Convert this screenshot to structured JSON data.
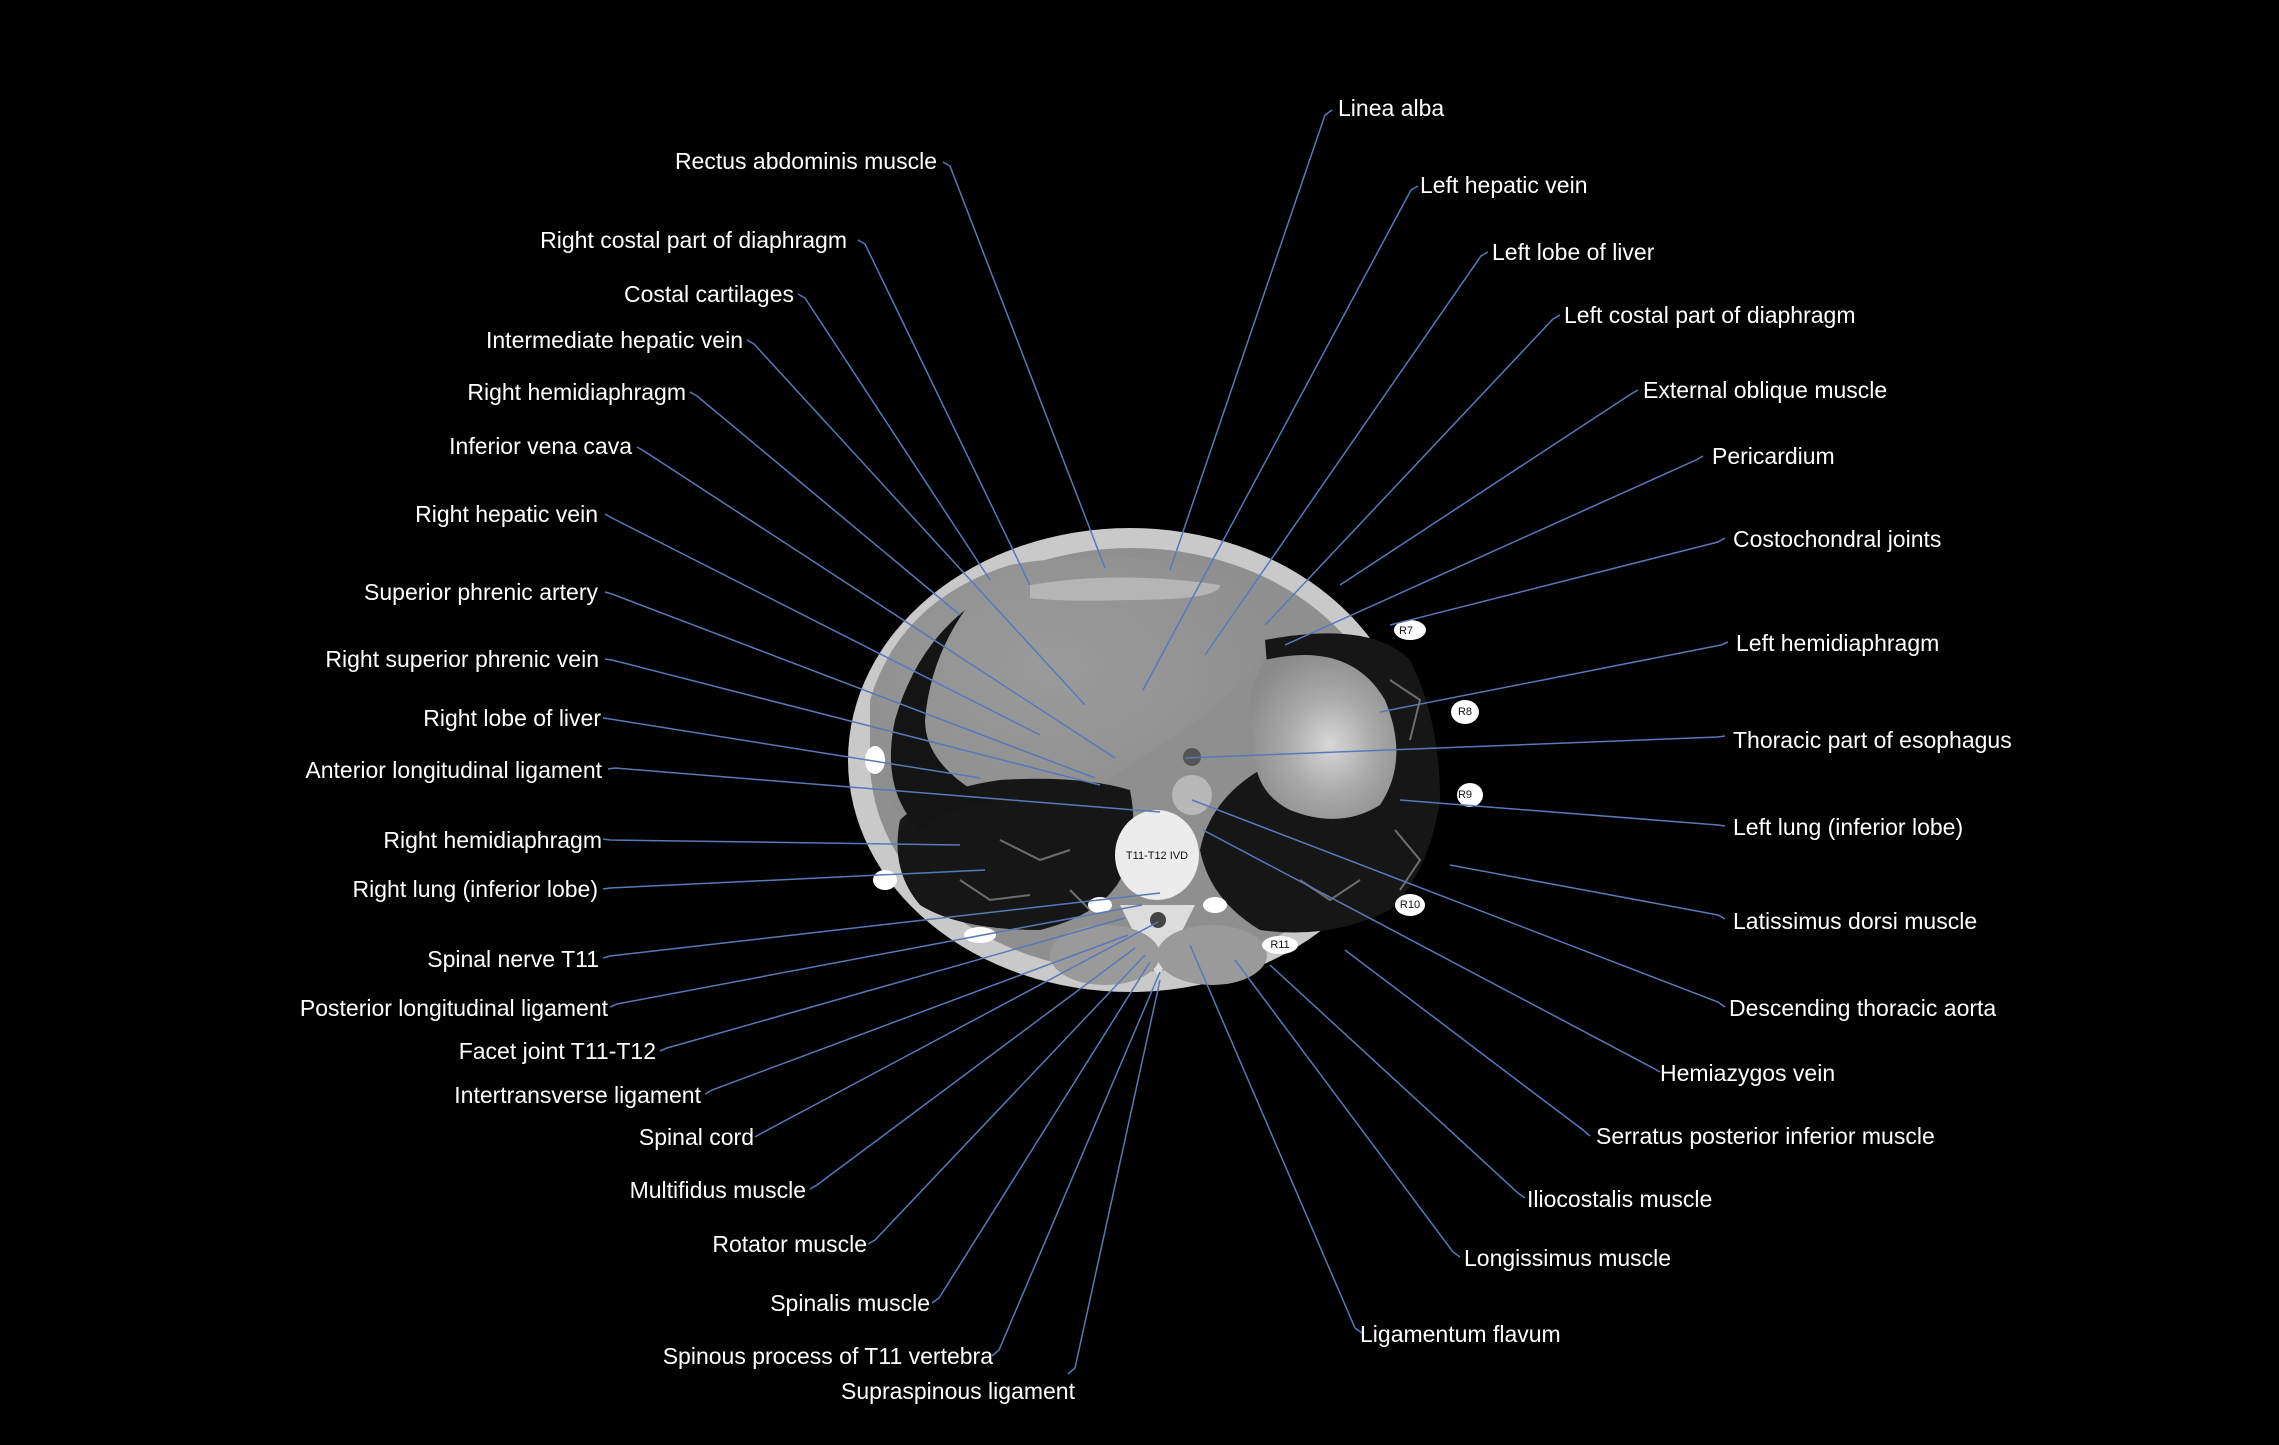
{
  "image": {
    "kind": "axial CT slice, soft-tissue window",
    "background": "#000000",
    "leader_color": "#5a78b8"
  },
  "scan_labels": {
    "level": "T11-T12 IVD",
    "r7": "R7",
    "r8": "R8",
    "r9": "R9",
    "r10": "R10",
    "r11": "R11"
  },
  "labels": {
    "linea_alba": "Linea alba",
    "rectus_abdominis_muscle": "Rectus abdominis muscle",
    "left_hepatic_vein": "Left hepatic vein",
    "right_costal_part_of_diaphragm": "Right costal part of diaphragm",
    "left_lobe_of_liver": "Left lobe of liver",
    "costal_cartilages": "Costal cartilages",
    "left_costal_part_of_diaphragm": "Left costal part of diaphragm",
    "intermediate_hepatic_vein": "Intermediate hepatic vein",
    "right_hemidiaphragm_upper": "Right hemidiaphragm",
    "external_oblique_muscle": "External oblique muscle",
    "inferior_vena_cava": "Inferior vena cava",
    "pericardium": "Pericardium",
    "right_hepatic_vein": "Right hepatic vein",
    "costochondral_joints": "Costochondral joints",
    "superior_phrenic_artery": "Superior phrenic artery",
    "left_hemidiaphragm": "Left hemidiaphragm",
    "right_superior_phrenic_vein": "Right superior phrenic vein",
    "right_lobe_of_liver": "Right lobe of liver",
    "thoracic_part_of_esophagus": "Thoracic part of esophagus",
    "anterior_longitudinal_ligament": "Anterior longitudinal ligament",
    "left_lung_inferior_lobe": "Left lung (inferior lobe)",
    "right_hemidiaphragm_lower": "Right hemidiaphragm",
    "right_lung_inferior_lobe": "Right lung (inferior lobe)",
    "latissimus_dorsi_muscle": "Latissimus dorsi muscle",
    "spinal_nerve_t11": "Spinal nerve T11",
    "posterior_longitudinal_ligament": "Posterior longitudinal ligament",
    "descending_thoracic_aorta": "Descending thoracic aorta",
    "facet_joint_t11_t12": "Facet joint T11-T12",
    "hemiazygos_vein": "Hemiazygos vein",
    "intertransverse_ligament": "Intertransverse ligament",
    "spinal_cord": "Spinal cord",
    "serratus_posterior_inferior_muscle": "Serratus posterior inferior muscle",
    "multifidus_muscle": "Multifidus muscle",
    "iliocostalis_muscle": "Iliocostalis muscle",
    "rotator_muscle": "Rotator muscle",
    "longissimus_muscle": "Longissimus muscle",
    "spinalis_muscle": "Spinalis muscle",
    "ligamentum_flavum": "Ligamentum flavum",
    "spinous_process_of_t11_vertebra": "Spinous process of T11 vertebra",
    "supraspinous_ligament": "Supraspinous ligament"
  }
}
